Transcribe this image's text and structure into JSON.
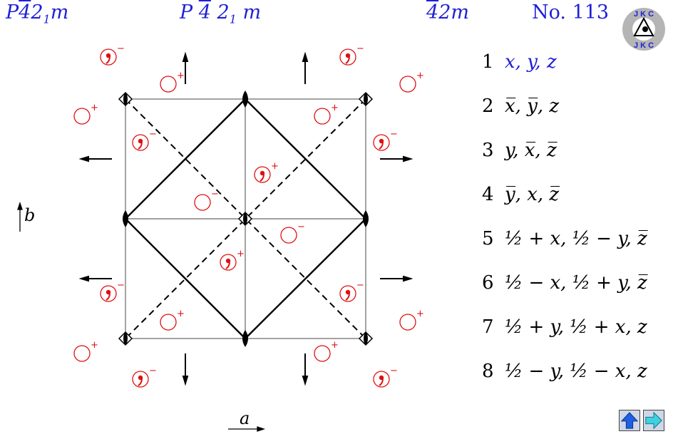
{
  "header": {
    "symbol_short_a": "P",
    "symbol_short_b": "4",
    "symbol_short_c": "2",
    "symbol_short_d": "1",
    "symbol_short_e": "m",
    "symbol_full_a": "P ",
    "symbol_full_b": "4",
    "symbol_full_c": " 2",
    "symbol_full_d": "1",
    "symbol_full_e": " m",
    "point_group_a": "4",
    "point_group_b": "2m",
    "number": "No. 113"
  },
  "logo_text": "JKC",
  "axes": {
    "a": "a",
    "b": "b"
  },
  "operations": [
    {
      "n": "1",
      "text": "x, y, z"
    },
    {
      "n": "2",
      "text": "x̅, y̅, z"
    },
    {
      "n": "3",
      "text": "y, x̅, z̅"
    },
    {
      "n": "4",
      "text": "y̅, x, z̅"
    },
    {
      "n": "5",
      "text": "½ + x, ½ − y, z̅"
    },
    {
      "n": "6",
      "text": "½ − x, ½ + y, z̅"
    },
    {
      "n": "7",
      "text": "½ + y, ½ + x, z"
    },
    {
      "n": "8",
      "text": "½ − y, ½ − x, z"
    }
  ],
  "markers": [
    {
      "id": "m1",
      "sign": "−",
      "comma": true
    },
    {
      "id": "m2",
      "sign": "+",
      "comma": false
    },
    {
      "id": "m3",
      "sign": "−",
      "comma": true
    },
    {
      "id": "m4",
      "sign": "+",
      "comma": false
    },
    {
      "id": "m5",
      "sign": "+",
      "comma": false
    },
    {
      "id": "m6",
      "sign": "+",
      "comma": false
    },
    {
      "id": "m7",
      "sign": "−",
      "comma": true
    },
    {
      "id": "m8",
      "sign": "−",
      "comma": true
    },
    {
      "id": "m9",
      "sign": "+",
      "comma": true
    },
    {
      "id": "m10",
      "sign": "−",
      "comma": false
    },
    {
      "id": "m11",
      "sign": "−",
      "comma": false
    },
    {
      "id": "m12",
      "sign": "+",
      "comma": true
    },
    {
      "id": "m13",
      "sign": "−",
      "comma": true
    },
    {
      "id": "m14",
      "sign": "−",
      "comma": true
    },
    {
      "id": "m15",
      "sign": "+",
      "comma": false
    },
    {
      "id": "m16",
      "sign": "+",
      "comma": false
    },
    {
      "id": "m17",
      "sign": "+",
      "comma": false
    },
    {
      "id": "m18",
      "sign": "+",
      "comma": false
    },
    {
      "id": "m19",
      "sign": "−",
      "comma": true
    },
    {
      "id": "m20",
      "sign": "−",
      "comma": true
    }
  ],
  "colors": {
    "header": "#1f1fd6",
    "markers": "#e01010",
    "nav": "#1f5fe0",
    "nav_right": "#1fb0c8"
  }
}
